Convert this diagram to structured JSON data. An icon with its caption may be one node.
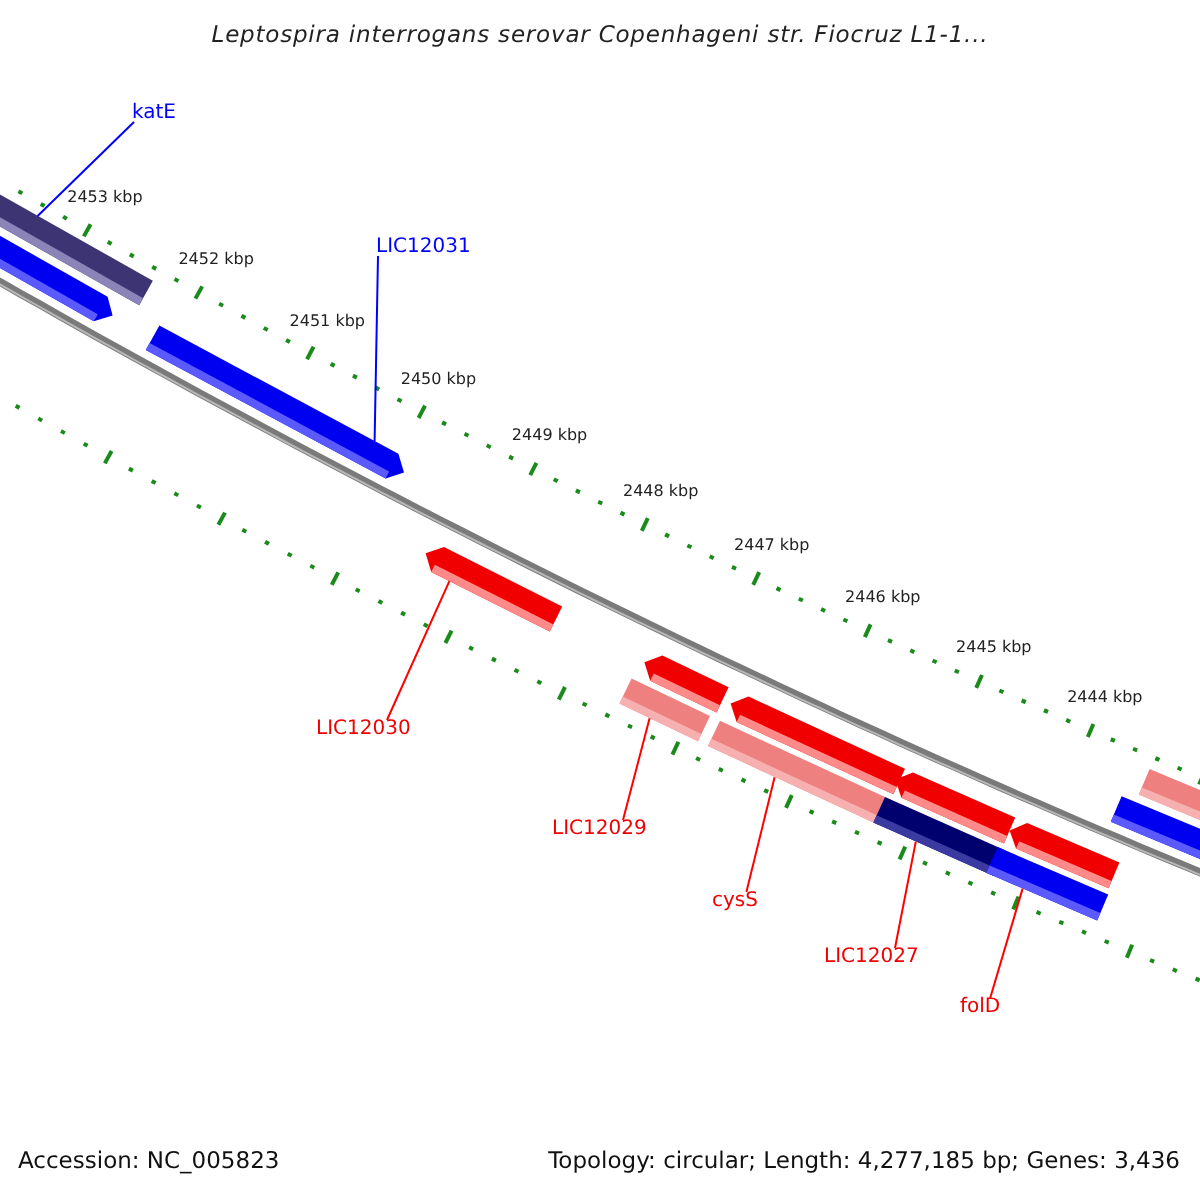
{
  "diagram": {
    "title": "Leptospira interrogans serovar Copenhageni str. Fiocruz L1-1...",
    "nodes": [
      {
        "text": [
          "katE"
        ]
      },
      {
        "text": [
          "LIC12031"
        ]
      },
      {
        "text": [
          "LIC12030"
        ]
      },
      {
        "text": [
          "LIC12029"
        ]
      },
      {
        "text": [
          "cysS"
        ]
      },
      {
        "text": [
          "LIC12027"
        ]
      },
      {
        "text": [
          "folD"
        ]
      },
      {
        "text": [],
        "shape": "bar"
      },
      {
        "text": [],
        "shape": "bar"
      },
      {
        "text": [],
        "shape": "bar"
      },
      {
        "text": [],
        "shape": "bar"
      },
      {
        "text": [],
        "shape": "bar"
      },
      {
        "text": [],
        "shape": "bar"
      },
      {
        "text": [],
        "shape": "bar"
      },
      {
        "text": [],
        "shape": "bar"
      },
      {
        "text": [],
        "shape": "bar"
      },
      {
        "text": [],
        "shape": "bar"
      },
      {
        "text": [],
        "shape": "bar"
      },
      {
        "text": [],
        "shape": "bar"
      },
      {
        "text": [],
        "shape": "bar"
      },
      {
        "text": [],
        "shape": "bar"
      }
    ],
    "edges": [
      {
        "from": 0,
        "to": 7,
        "arrow": "none",
        "color": "#0000ff"
      },
      {
        "from": 1,
        "to": 9,
        "arrow": "none",
        "color": "#0000ff"
      },
      {
        "from": 2,
        "to": 10,
        "arrow": "none"
      },
      {
        "from": 3,
        "to": 11,
        "arrow": "none"
      },
      {
        "from": 4,
        "to": 13,
        "arrow": "none"
      },
      {
        "from": 5,
        "to": 15,
        "arrow": "none"
      },
      {
        "from": 6,
        "to": 17,
        "arrow": "none"
      }
    ],
    "labels": [
      "2453 kbp",
      "2452 kbp",
      "2451 kbp",
      "2450 kbp",
      "2449 kbp",
      "2448 kbp",
      "2447 kbp",
      "2446 kbp",
      "2445 kbp",
      "2444 kbp",
      "Accession: NC_005823",
      "Topology: circular; Length: 4,277,185 bp; Genes: 3,436"
    ]
  }
}
